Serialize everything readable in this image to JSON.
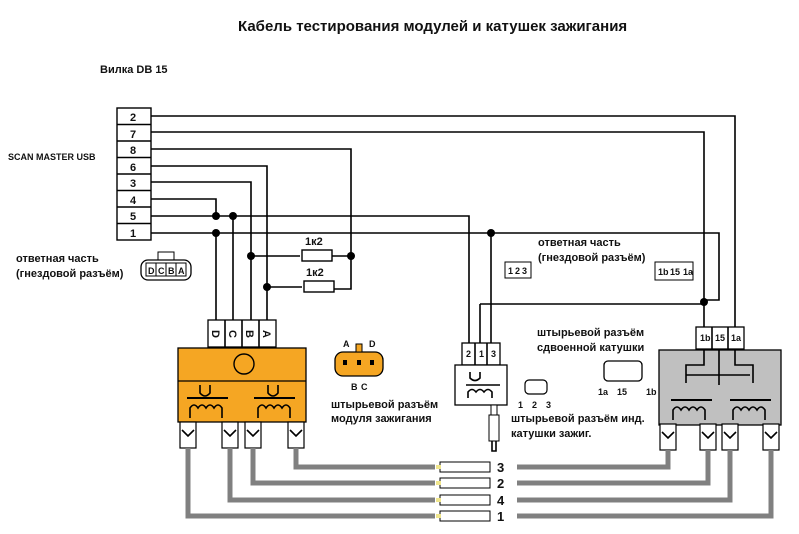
{
  "title": "Кабель   тестирования  модулей и катушек зажигания",
  "db15_label": "Вилка DB 15",
  "scanmaster_label": "SCAN MASTER USB",
  "db15_pins": [
    "2",
    "7",
    "8",
    "6",
    "3",
    "4",
    "5",
    "1"
  ],
  "resistors": [
    {
      "label": "1к2"
    },
    {
      "label": "1к2"
    }
  ],
  "module_connector": {
    "pins": [
      "D",
      "C",
      "B",
      "A"
    ],
    "mating_label_line1": "ответная часть",
    "mating_label_line2": "(гнездовой разъём)",
    "mating_pins": [
      "D",
      "C",
      "B",
      "A"
    ],
    "pin_label_line1": "штырьевой разъём",
    "pin_label_line2": "модуля зажигания",
    "pin_top": [
      "A",
      "D"
    ],
    "pin_bottom": [
      "B",
      "C"
    ],
    "body_color": "#f5a623"
  },
  "single_coil": {
    "pins": [
      "2",
      "1",
      "3"
    ],
    "mating_label_line1": "ответная часть",
    "mating_label_line2": "(гнездовой разъём)",
    "mating_pins": [
      "1",
      "2",
      "3"
    ],
    "pin_label_line1": "штырьевой разъём инд.",
    "pin_label_line2": "катушки зажиг.",
    "pin_numbers": [
      "1",
      "2",
      "3"
    ]
  },
  "dual_coil": {
    "pins": [
      "1b",
      "15",
      "1a"
    ],
    "mating_pins": [
      "1b",
      "15",
      "1a"
    ],
    "pin_label_line1": "штырьевой разъём",
    "pin_label_line2": "сдвоенной катушки",
    "pin_numbers": [
      "1a",
      "15",
      "1b"
    ],
    "body_color": "#c0c0c0"
  },
  "spark_plugs": [
    "3",
    "2",
    "4",
    "1"
  ]
}
